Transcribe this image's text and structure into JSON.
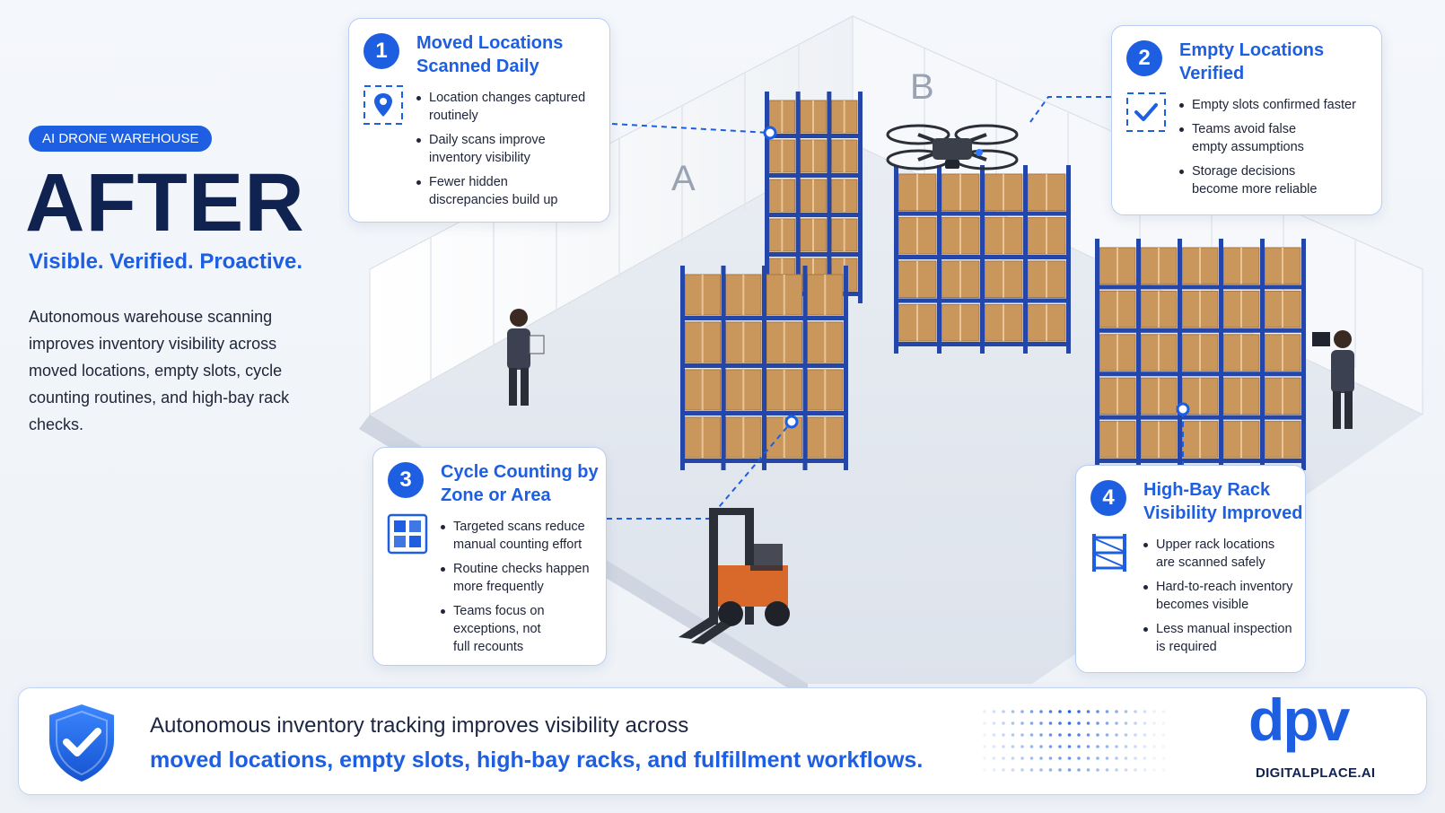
{
  "hero": {
    "tag": "AI DRONE WAREHOUSE",
    "title": "AFTER",
    "subtitle": "Visible. Verified. Proactive.",
    "description": "Autonomous warehouse scanning improves inventory visibility across moved locations, empty slots, cycle counting routines, and high-bay rack checks."
  },
  "zones": {
    "a": "A",
    "b": "B"
  },
  "cards": [
    {
      "number": "1",
      "title_line1": "Moved Locations",
      "title_line2": "Scanned Daily",
      "icon": "location-pin-icon",
      "bullets": [
        [
          "Location changes captured",
          "routinely"
        ],
        [
          "Daily scans improve",
          "inventory visibility"
        ],
        [
          "Fewer hidden",
          "discrepancies build up"
        ]
      ]
    },
    {
      "number": "2",
      "title_line1": "Empty Locations",
      "title_line2": "Verified",
      "icon": "checkmark-box-icon",
      "bullets": [
        [
          "Empty slots confirmed faster"
        ],
        [
          "Teams avoid false",
          "empty assumptions"
        ],
        [
          "Storage decisions",
          "become more reliable"
        ]
      ]
    },
    {
      "number": "3",
      "title_line1": "Cycle Counting by",
      "title_line2": "Zone or Area",
      "icon": "grid-zones-icon",
      "bullets": [
        [
          "Targeted scans reduce",
          "manual counting effort"
        ],
        [
          "Routine checks happen",
          "more frequently"
        ],
        [
          "Teams focus on",
          "exceptions, not",
          "full recounts"
        ]
      ]
    },
    {
      "number": "4",
      "title_line1": "High-Bay Rack",
      "title_line2": "Visibility Improved",
      "icon": "rack-icon",
      "bullets": [
        [
          "Upper rack locations",
          "are scanned safely"
        ],
        [
          "Hard-to-reach inventory",
          "becomes visible"
        ],
        [
          "Less manual inspection",
          "is required"
        ]
      ]
    }
  ],
  "banner": {
    "line1": "Autonomous inventory tracking improves visibility across",
    "line2": "moved locations, empty slots, high-bay racks, and fulfillment workflows.",
    "icon": "shield-check-icon"
  },
  "logo": {
    "mark": "dpv",
    "text": "DIGITALPLACE.AI"
  },
  "colors": {
    "accent": "#1d5fe0",
    "navy": "#0f2250",
    "rack": "#2346a8",
    "box": "#c9965c"
  }
}
